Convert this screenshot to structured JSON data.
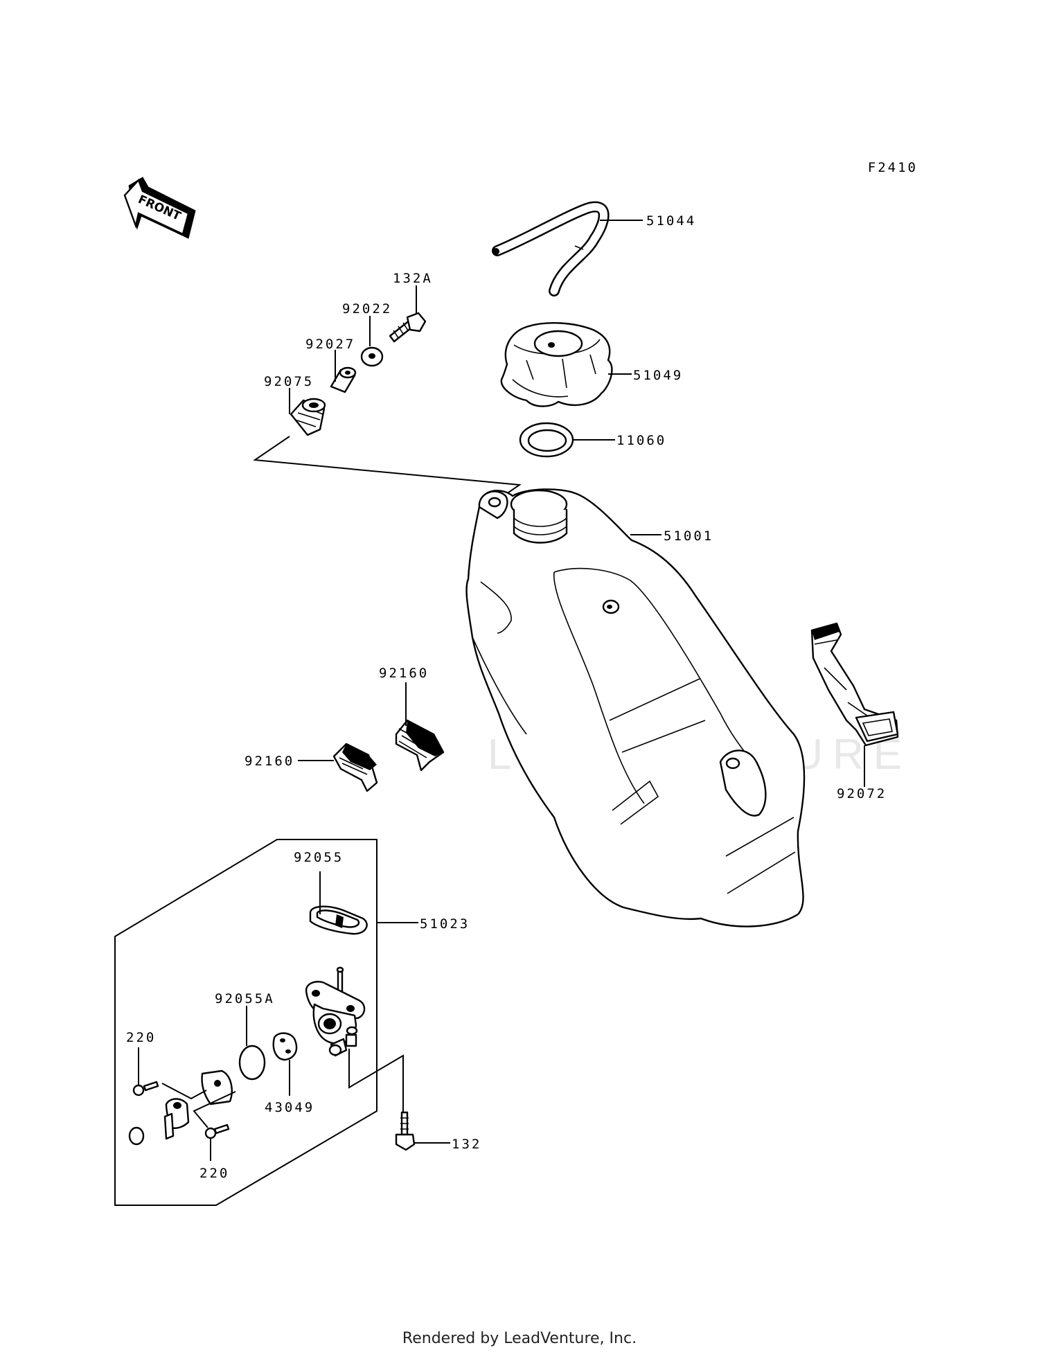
{
  "diagram_code": "F2410",
  "front_label": "FRONT",
  "watermark": "LEADVENTURE",
  "footer": "Rendered by LeadVenture, Inc.",
  "callouts": {
    "c51044": "51044",
    "c132A": "132A",
    "c92022": "92022",
    "c92027": "92027",
    "c92075": "92075",
    "c51049": "51049",
    "c11060": "11060",
    "c51001": "51001",
    "c92160a": "92160",
    "c92160b": "92160",
    "c92072": "92072",
    "c92055": "92055",
    "c51023": "51023",
    "c92055A": "92055A",
    "c220a": "220",
    "c220b": "220",
    "c43049": "43049",
    "c132": "132"
  }
}
